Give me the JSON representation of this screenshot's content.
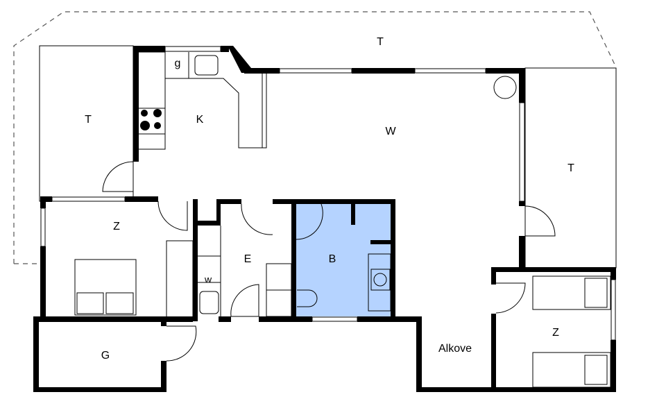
{
  "plan": {
    "colors": {
      "bathroom_fill": "#b5d3ff",
      "wall": "#000000"
    },
    "rooms": {
      "terrace_top": "T",
      "terrace_left": "T",
      "kitchen": "K",
      "kitchen_g": "g",
      "living": "W",
      "terrace_right": "T",
      "bedroom_left": "Z",
      "entrance": "E",
      "wc": "w",
      "bathroom": "B",
      "garage": "G",
      "alcove": "Alkove",
      "bedroom_right": "Z"
    }
  }
}
